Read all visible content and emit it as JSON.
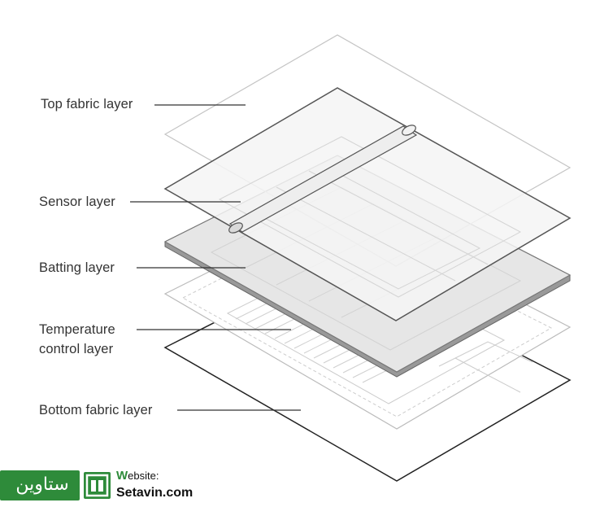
{
  "labels": {
    "top_fabric": "Top fabric layer",
    "sensor": "Sensor layer",
    "batting": "Batting layer",
    "temperature_line1": "Temperature",
    "temperature_line2": "control layer",
    "bottom_fabric": "Bottom fabric layer"
  },
  "watermark": {
    "arabic_name": "ستاوین",
    "website_caption_initial": "W",
    "website_caption_rest": "ebsite:",
    "domain": "Setavin.com"
  },
  "colors": {
    "outline": "#555555",
    "light_outline": "#bdbdbd",
    "batting_fill": "#e4e4e4",
    "sensor_fill": "#f2f2f2",
    "brand_green": "#2e8b3a"
  }
}
